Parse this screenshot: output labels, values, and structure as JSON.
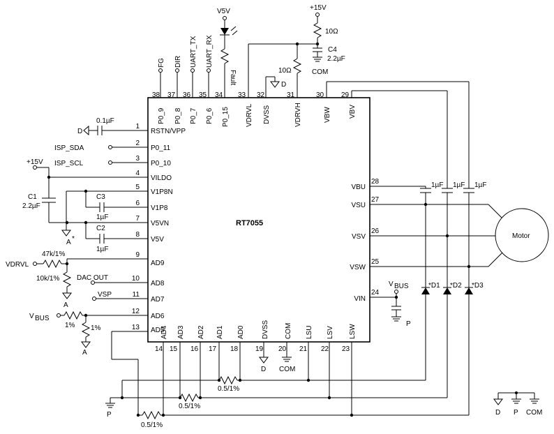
{
  "chip": {
    "name": "RT7055"
  },
  "pins_left": [
    {
      "num": "1",
      "name": "RSTN/VPP"
    },
    {
      "num": "2",
      "name": "P0_11"
    },
    {
      "num": "3",
      "name": "P0_10"
    },
    {
      "num": "4",
      "name": "VILDO"
    },
    {
      "num": "5",
      "name": "V1P8N"
    },
    {
      "num": "6",
      "name": "V1P8"
    },
    {
      "num": "7",
      "name": "V5VN"
    },
    {
      "num": "8",
      "name": "V5V"
    },
    {
      "num": "9",
      "name": "AD9"
    },
    {
      "num": "10",
      "name": "AD8"
    },
    {
      "num": "11",
      "name": "AD7"
    },
    {
      "num": "12",
      "name": "AD6"
    },
    {
      "num": "13",
      "name": "AD5"
    }
  ],
  "pins_bottom": [
    {
      "num": "14",
      "name": "AD4"
    },
    {
      "num": "15",
      "name": "AD3"
    },
    {
      "num": "16",
      "name": "AD2"
    },
    {
      "num": "17",
      "name": "AD1"
    },
    {
      "num": "18",
      "name": "AD0"
    },
    {
      "num": "19",
      "name": "DVSS"
    },
    {
      "num": "20",
      "name": "COM"
    },
    {
      "num": "21",
      "name": "LSU"
    },
    {
      "num": "22",
      "name": "LSV"
    },
    {
      "num": "23",
      "name": "LSW"
    }
  ],
  "pins_right": [
    {
      "num": "28",
      "name": "VBU"
    },
    {
      "num": "27",
      "name": "VSU"
    },
    {
      "num": "26",
      "name": "VSV"
    },
    {
      "num": "25",
      "name": "VSW"
    },
    {
      "num": "24",
      "name": "VIN"
    }
  ],
  "pins_top": [
    {
      "num": "38",
      "name": "P0_9"
    },
    {
      "num": "37",
      "name": "P0_8"
    },
    {
      "num": "36",
      "name": "P0_7"
    },
    {
      "num": "35",
      "name": "P0_6"
    },
    {
      "num": "34",
      "name": "P0_15"
    },
    {
      "num": "33",
      "name": "VDRVL"
    },
    {
      "num": "32",
      "name": "DVSS"
    },
    {
      "num": "31",
      "name": "VDRVH"
    },
    {
      "num": "30",
      "name": "VBW"
    },
    {
      "num": "29",
      "name": "VBV"
    }
  ],
  "top_signals": {
    "fg": "FG",
    "dir": "DIR",
    "uart_tx": "UART_TX",
    "uart_rx": "UART_RX",
    "fault": "Fault"
  },
  "supplies": {
    "v5v": "V5V",
    "p15v_top": "+15V",
    "p15v_left": "+15V",
    "vbus_right": "V",
    "vbus_sub": "BUS",
    "vbus_left": "V",
    "vbus_left_sub": "BUS"
  },
  "components": {
    "r_top": "10Ω",
    "c4_name": "C4",
    "c4_val": "2.2µF",
    "com_top": "COM",
    "r_vdrvh": "10Ω",
    "d_top": "D",
    "c_rstn": "0.1µF",
    "d_rstn": "D",
    "isp_sda": "ISP_SDA",
    "isp_scl": "ISP_SCL",
    "c1_name": "C1",
    "c1_val": "2.2µF",
    "c3_name": "C3",
    "c3_val": "1µF",
    "c2_name": "C2",
    "c2_val": "1µF",
    "a_gnd1": "A",
    "vdrvl": "VDRVL",
    "r47k": "47k/1%",
    "r10k": "10k/1%",
    "a_gnd2": "A",
    "dac_out": "DAC OUT",
    "vsp": "VSP",
    "r_vbus1": "1%",
    "r_vbus2": "1%",
    "a_gnd3": "A",
    "a_star": "*",
    "cb1": "1µF",
    "cb2": "1µF",
    "cb3": "1µF",
    "d1": "*D1",
    "d2": "*D2",
    "d3": "*D3",
    "p_vin": "P",
    "motor": "Motor",
    "shunt1": "0.5/1%",
    "shunt2": "0.5/1%",
    "shunt3": "0.5/1%",
    "p_bottom": "P",
    "d_pin19": "D",
    "com_pin20": "COM"
  },
  "legend": {
    "d": "D",
    "p": "P",
    "com": "COM"
  }
}
